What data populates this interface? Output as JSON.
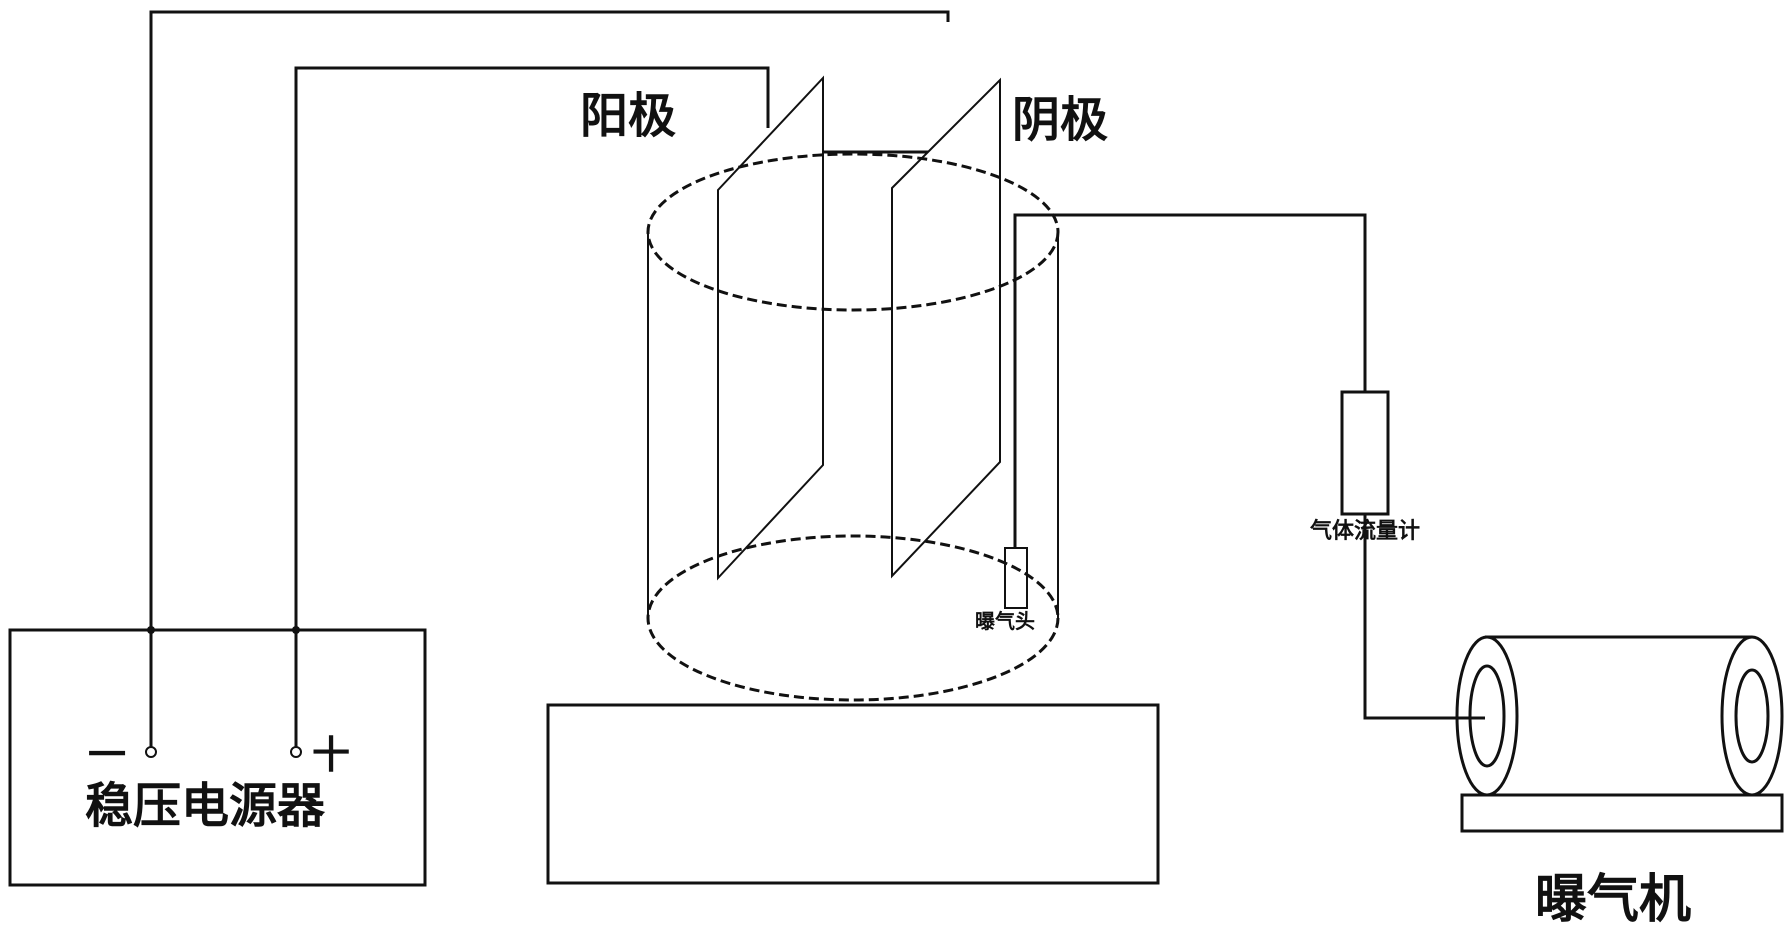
{
  "labels": {
    "anode": "阳极",
    "cathode": "阴极",
    "power_supply": "稳压电源器",
    "negative": "一",
    "positive": "十",
    "aeration_head": "曝气头",
    "gas_flowmeter": "气体流量计",
    "aerator": "曝气机"
  }
}
